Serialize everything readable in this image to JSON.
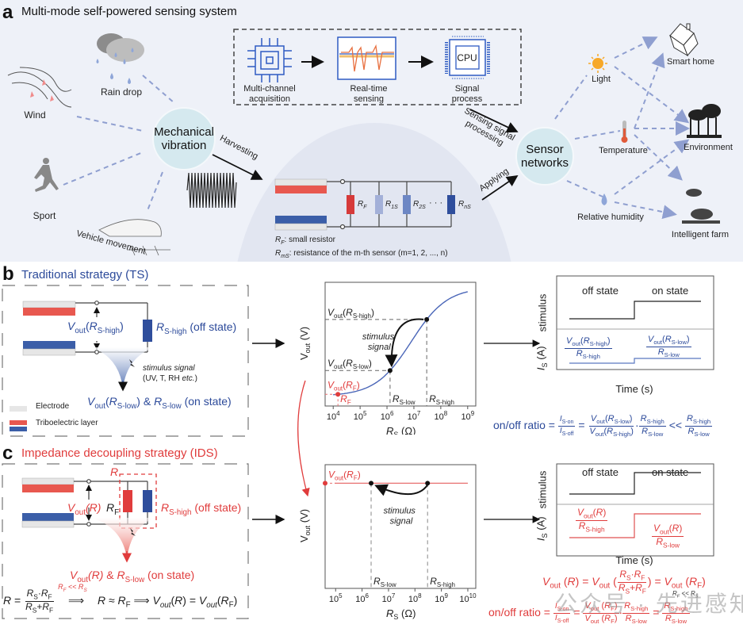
{
  "colors": {
    "panel_a_bg": "#eef1f8",
    "bubble": "#d5e9ef",
    "ts_blue": "#2c4a9a",
    "ids_red": "#e03c3c",
    "electrode": "#e6e6e6",
    "tribo_red": "#e8584f",
    "tribo_blue": "#3b5ea8",
    "dash_link": "#8f9fd0"
  },
  "panel_a": {
    "letter": "a",
    "title": "Multi-mode self-powered sensing system",
    "sources": {
      "rain": "Rain drop",
      "wind": "Wind",
      "sport": "Sport",
      "vehicle": "Vehicle movement"
    },
    "hub": {
      "line1": "Mechanical",
      "line2": "vibration"
    },
    "harvesting": "Harvesting",
    "pipeline": {
      "step1": {
        "line1": "Multi-channel",
        "line2": "acquisition"
      },
      "step2": {
        "line1": "Real-time",
        "line2": "sensing"
      },
      "step3": {
        "line1": "Signal",
        "line2": "process",
        "chip": "CPU"
      }
    },
    "sensing_signal": {
      "line1": "Sensing signal",
      "line2": "processing"
    },
    "applying": "Applying",
    "network": {
      "line1": "Sensor",
      "line2": "networks"
    },
    "sensors": {
      "light": "Light",
      "temperature": "Temperature",
      "humidity": "Relative humidity"
    },
    "apps": {
      "home": "Smart home",
      "environment": "Environment",
      "farm": "Intelligent farm"
    },
    "circuit": {
      "rf": "R",
      "rf_sub": "F",
      "r1": "R",
      "r1_sub": "1S",
      "r2": "R",
      "r2_sub": "2S",
      "rn": "R",
      "rn_sub": "nS",
      "dots": "· · ·",
      "legend1_sym": "R",
      "legend1_sub": "F",
      "legend1_text": ": small resistor",
      "legend2_sym": "R",
      "legend2_sub": "mS",
      "legend2_text": ": resistance of the m-th sensor (m=1, 2, ..., n)"
    }
  },
  "panel_b": {
    "letter": "b",
    "title": "Traditional strategy (TS)",
    "vout_high": {
      "v": "V",
      "sub": "out",
      "r": "R",
      "rsub": "S-high"
    },
    "rs_high_label": {
      "r": "R",
      "rsub": "S-high",
      "state": " (off state)"
    },
    "stimulus": {
      "line1": "stimulus signal",
      "line2a": "(UV, T, RH ",
      "line2b": "etc.",
      "line2c": ")"
    },
    "on_state": {
      "v": "V",
      "vsub": "out",
      "r": "R",
      "rsub": "S-low",
      "amp": " & ",
      "r2": "R",
      "r2sub": "S-low",
      "state": " (on state)"
    },
    "legend": {
      "electrode": "Electrode",
      "tribo": "Triboelectric layer"
    },
    "chart": {
      "ylabel": "V",
      "ylabel_sub": "out",
      "ylabel_unit": " (V)",
      "xlabel": "R",
      "xlabel_sub": "S",
      "xlabel_unit": " (Ω)",
      "xticks": [
        "10",
        "10",
        "10",
        "10",
        "10",
        "10"
      ],
      "xtick_exps": [
        "4",
        "5",
        "6",
        "7",
        "8",
        "9"
      ],
      "label_high": "S-high",
      "label_low": "S-low",
      "label_rf": "F",
      "annotation": {
        "line1": "stimulus",
        "line2": "signal"
      }
    },
    "time_plot": {
      "off": "off state",
      "on": "on state",
      "y_top": "stimulus",
      "y_bot": "I",
      "y_bot_sub": "S",
      "y_bot_unit": " (A)",
      "xlabel": "Time (s)"
    },
    "ratio_label": "on/off ratio = "
  },
  "panel_c": {
    "letter": "c",
    "title": "Impedance decoupling strategy (IDS)",
    "r_box": "R",
    "vout_r": {
      "v": "V",
      "sub": "out",
      "r": "(R)"
    },
    "rf": {
      "r": "R",
      "sub": "F"
    },
    "rs_high_label": {
      "r": "R",
      "rsub": "S-high",
      "state": " (off state)"
    },
    "on_state": {
      "v": "V",
      "vsub": "out",
      "r": "(R)",
      "amp": " & ",
      "r2": "R",
      "r2sub": "S-low",
      "state": " (on state)"
    },
    "formula_cond": "R",
    "formula_cond_sub1": "F",
    "formula_cond_mid": " << R",
    "formula_cond_sub2": "S",
    "chart": {
      "ylabel": "V",
      "ylabel_sub": "out",
      "ylabel_unit": " (V)",
      "xlabel": "R",
      "xlabel_sub": "S",
      "xlabel_unit": " (Ω)",
      "xticks": [
        "10",
        "10",
        "10",
        "10",
        "10",
        "10"
      ],
      "xtick_exps": [
        "5",
        "6",
        "7",
        "8",
        "9",
        "10"
      ],
      "label_high": "S-high",
      "label_low": "S-low",
      "annotation": {
        "line1": "stimulus",
        "line2": "signal"
      }
    },
    "time_plot": {
      "off": "off state",
      "on": "on state",
      "y_top": "stimulus",
      "y_bot": "I",
      "y_bot_sub": "S",
      "y_bot_unit": " (A)",
      "xlabel": "Time (s)"
    },
    "ratio_label": "on/off ratio = ",
    "watermark": "公众号 · 先进感知"
  },
  "chart_data": [
    {
      "type": "line",
      "title": "TS: Vout vs RS",
      "xlabel": "RS (Ω)",
      "ylabel": "Vout (V)",
      "xscale": "log",
      "xlim": [
        5000,
        2000000000
      ],
      "x": [
        10000,
        100000,
        1000000,
        10000000,
        100000000,
        1000000000
      ],
      "y_relative": [
        0.08,
        0.12,
        0.3,
        0.7,
        0.93,
        0.96
      ],
      "markers": {
        "RF": 15000,
        "RS_low": 1300000,
        "RS_high": 30000000
      }
    },
    {
      "type": "line",
      "title": "IDS: Vout vs RS",
      "xlabel": "RS (Ω)",
      "ylabel": "Vout (V)",
      "xscale": "log",
      "xlim": [
        40000,
        20000000000
      ],
      "x": [
        100000,
        1000000,
        10000000,
        100000000,
        1000000000,
        10000000000
      ],
      "y_relative": [
        0.85,
        0.85,
        0.85,
        0.85,
        0.85,
        0.85
      ],
      "markers": {
        "RS_low": 2200000,
        "RS_high": 300000000
      }
    }
  ]
}
